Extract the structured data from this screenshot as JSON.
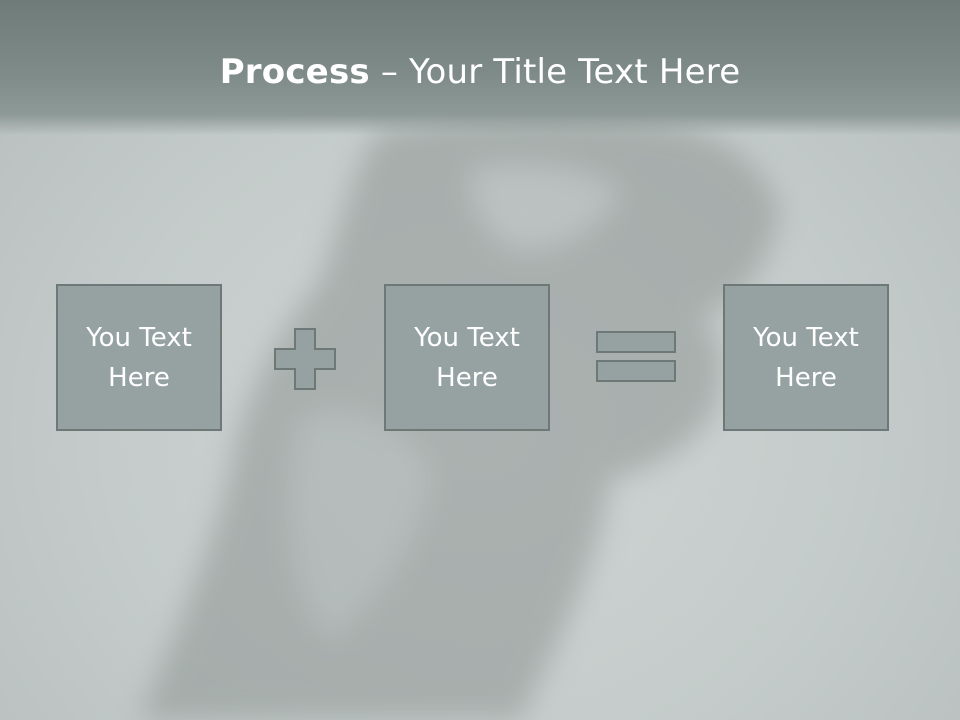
{
  "title": {
    "bold": "Process",
    "rest": " – Your Title Text Here"
  },
  "boxes": [
    {
      "line1": "You Text",
      "line2": "Here"
    },
    {
      "line1": "You Text",
      "line2": "Here"
    },
    {
      "line1": "You Text",
      "line2": "Here"
    }
  ],
  "icons": {
    "operator1": "plus-icon",
    "operator2": "equals-icon"
  },
  "colors": {
    "box_fill": "#95a2a1",
    "box_border": "#6e7876",
    "header": "#7f8b89",
    "background": "#c4cbca"
  }
}
